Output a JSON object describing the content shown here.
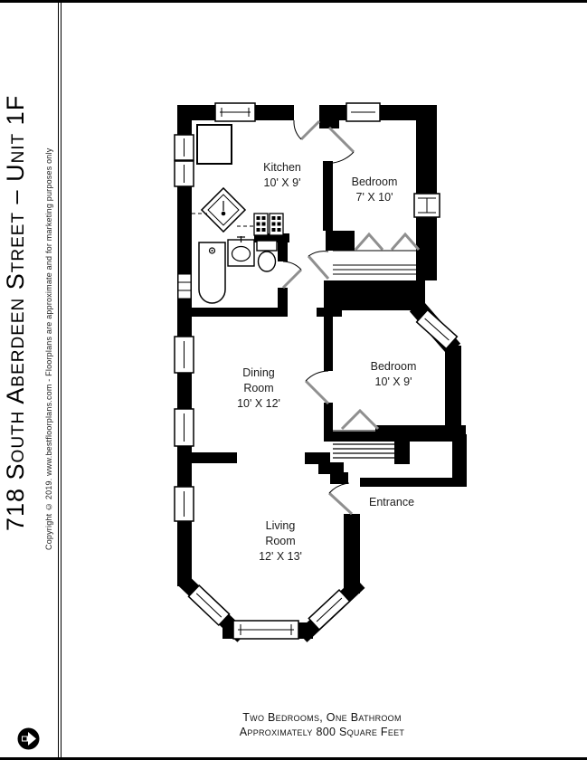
{
  "page": {
    "title_vertical": "718 South Aberdeen Street – Unit 1F",
    "copyright_vertical": "Copyright © 2019. www.bestfloorplans.com - Floorplans are approximate and for marketing purposes only",
    "footer_line1": "Two Bedrooms, One Bathroom",
    "footer_line2": "Approximately 800 Square Feet"
  },
  "plan": {
    "rooms": {
      "kitchen": {
        "lines": [
          "Kitchen",
          "10' X 9'"
        ]
      },
      "bedroom_top": {
        "lines": [
          "Bedroom",
          "7' X 10'"
        ]
      },
      "dining_room": {
        "lines": [
          "Dining",
          "Room",
          "10' X 12'"
        ]
      },
      "bedroom_middle": {
        "lines": [
          "Bedroom",
          "10' X 9'"
        ]
      },
      "living_room": {
        "lines": [
          "Living",
          "Room",
          "12' X 13'"
        ]
      },
      "entrance": {
        "lines": [
          "Entrance"
        ]
      }
    },
    "colors": {
      "wall": "#000000",
      "door_leaf": "#8f8f8f",
      "background": "#ffffff"
    }
  }
}
